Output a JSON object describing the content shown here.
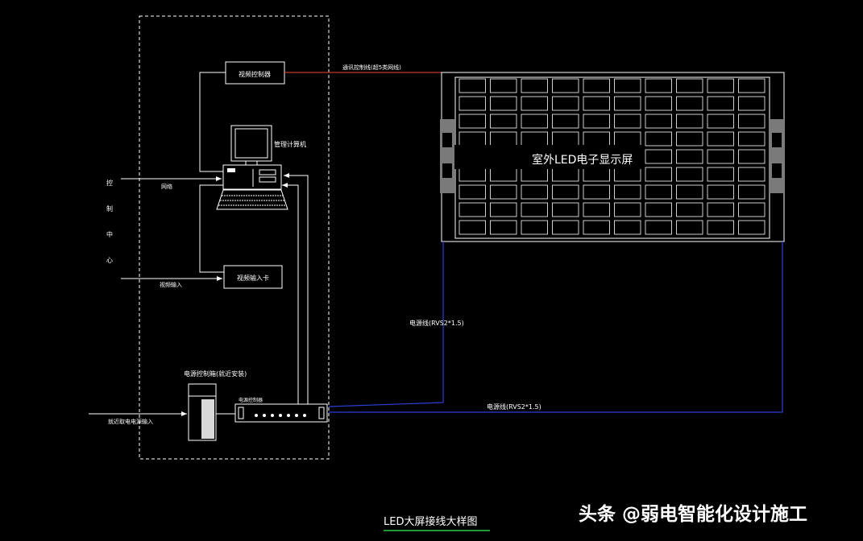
{
  "diagram": {
    "title": "LED大屏接线大样图",
    "watermark": "头条 @弱电智能化设计施工",
    "screen_label": "室外LED电子显示屏",
    "labels": {
      "video_controller": "视频控制器",
      "management_pc": "管理计算机",
      "video_capture_card": "视频输入卡",
      "power_distribution_box": "电源控制箱(就近安装)",
      "power_controller": "电源控制器",
      "network_label": "网络",
      "video_input_label": "视频输入",
      "mains_input_label": "就近取电电源输入",
      "comm_cable_label": "通讯控制线(超5类网线)",
      "power_cable_left": "电源线(RVS2*1.5)",
      "power_cable_right": "电源线(RVS2*1.5)",
      "control_center_chars": [
        "控",
        "制",
        "中",
        "心"
      ]
    },
    "colors": {
      "background": "#000000",
      "lines": "#ffffff",
      "comm_cable": "#c0392b",
      "power_cable": "#2b3fd6",
      "title_underline": "#2ecc40"
    },
    "led_grid": {
      "rows": 9,
      "cols": 10
    }
  }
}
